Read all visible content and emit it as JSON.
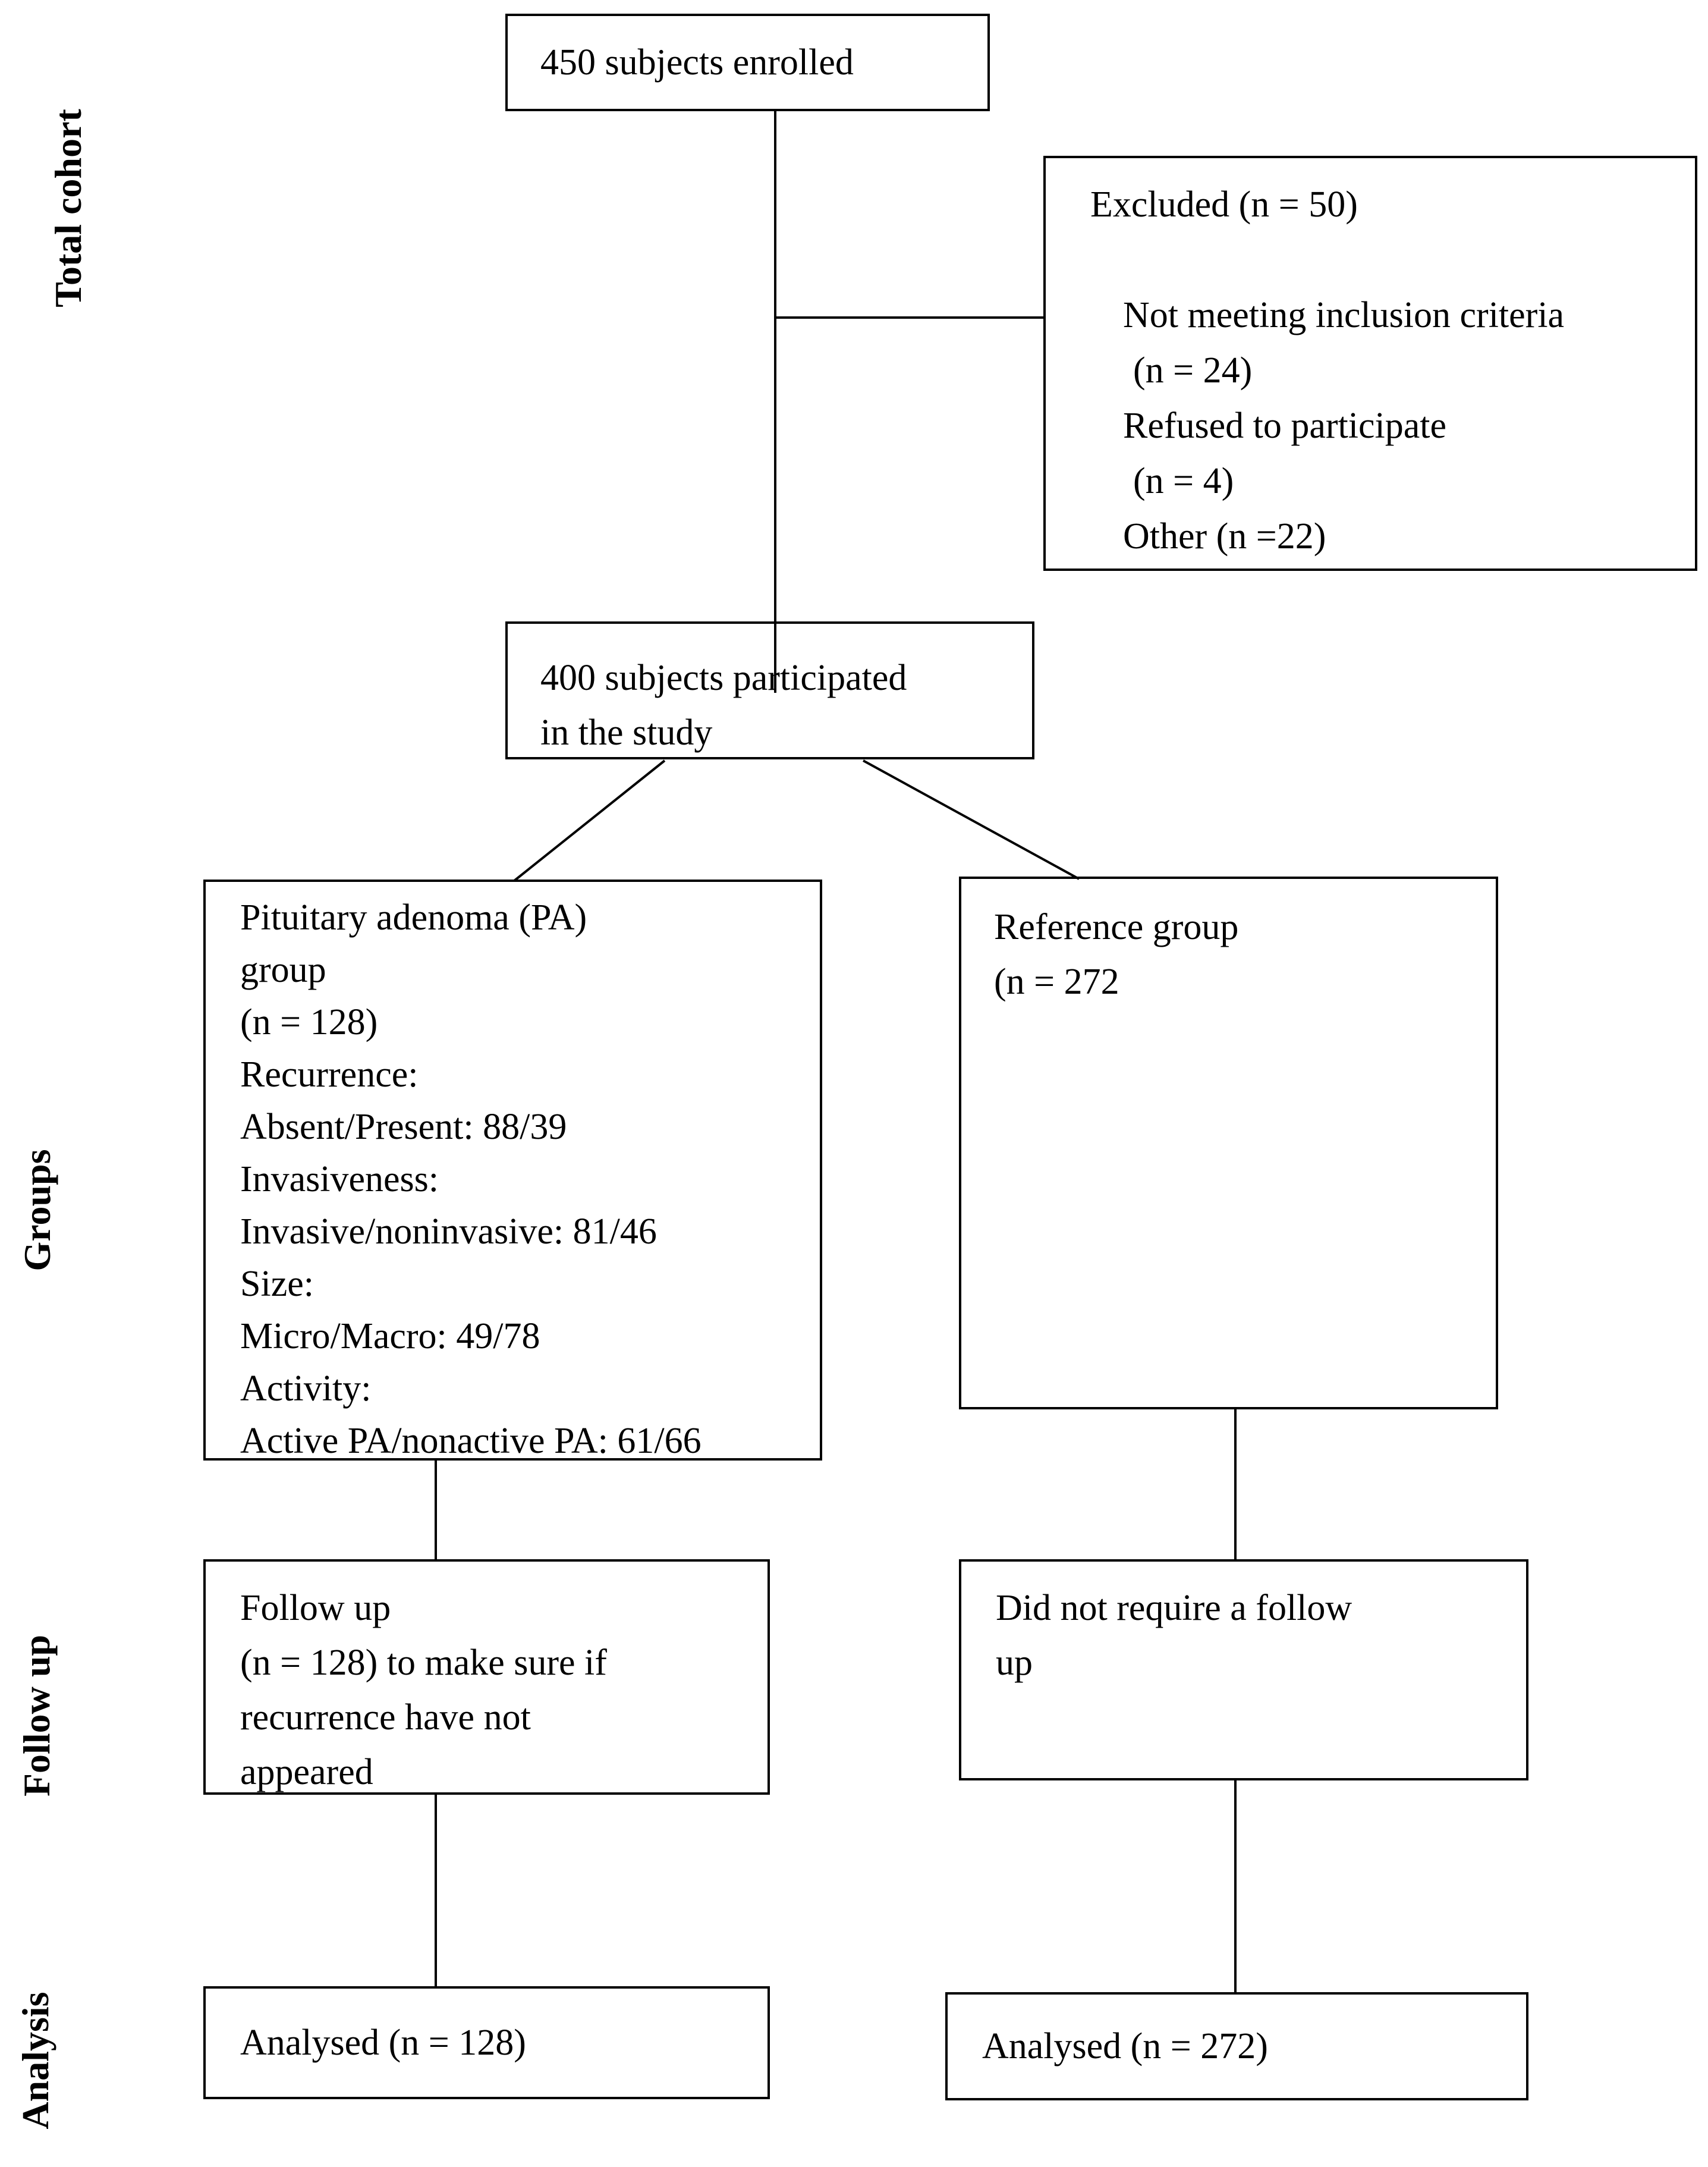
{
  "figure": {
    "type": "study-flow-diagram",
    "colors": {
      "background": "#ffffff",
      "line": "#000000",
      "text": "#000000"
    },
    "side_labels": {
      "total_cohort": "Total cohort",
      "groups": "Groups",
      "follow_up": "Follow up",
      "analysis": "Analysis"
    },
    "boxes": {
      "enrolled": {
        "lines": [
          "450 subjects enrolled"
        ]
      },
      "excluded": {
        "lines": [
          "Excluded (n = 50)",
          "",
          "Not meeting inclusion criteria",
          "(n = 24)",
          "Refused to participate",
          "(n = 4)",
          "Other (n =22)"
        ]
      },
      "participated": {
        "lines": [
          "400 subjects participated",
          "in the study"
        ]
      },
      "pa_group": {
        "lines": [
          "Pituitary adenoma (PA)",
          "group",
          "(n = 128)",
          "Recurrence:",
          "Absent/Present: 88/39",
          "Invasiveness:",
          "Invasive/noninvasive: 81/46",
          "Size:",
          "Micro/Macro: 49/78",
          "Activity:",
          "Active PA/nonactive PA: 61/66"
        ]
      },
      "reference": {
        "lines": [
          "Reference group",
          "(n = 272"
        ]
      },
      "followup_pa": {
        "lines": [
          "Follow up",
          "(n = 128) to make sure if",
          "recurrence have not",
          "appeared"
        ]
      },
      "followup_ref": {
        "lines": [
          "Did not require a follow",
          "up"
        ]
      },
      "analysed_pa": {
        "lines": [
          "Analysed (n = 128)"
        ]
      },
      "analysed_ref": {
        "lines": [
          "Analysed (n = 272)"
        ]
      }
    }
  }
}
